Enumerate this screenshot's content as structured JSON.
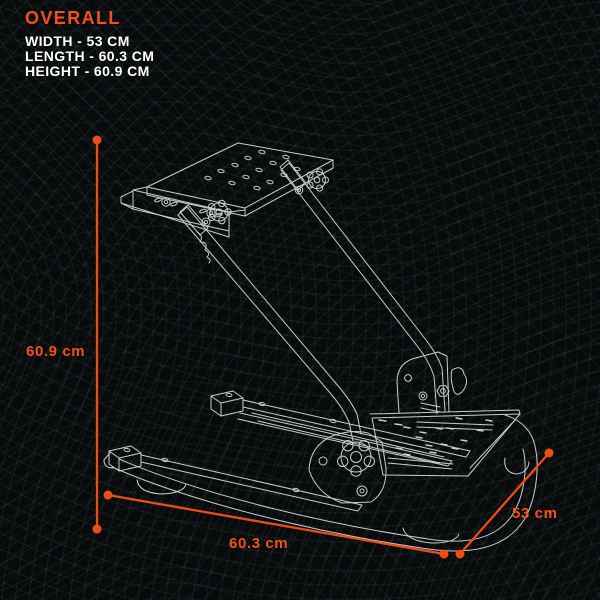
{
  "colors": {
    "background": "#080a0b",
    "accent": "#f3511a",
    "dimension_line": "#f04b16",
    "line_art": "#d9dcdd"
  },
  "header": {
    "title": "OVERALL",
    "specs": [
      "WIDTH - 53 CM",
      "LENGTH - 60.3 CM",
      "HEIGHT - 60.9 CM"
    ]
  },
  "dimension_labels": {
    "height": "60.9 cm",
    "length": "60.3 cm",
    "width": "53 cm"
  }
}
